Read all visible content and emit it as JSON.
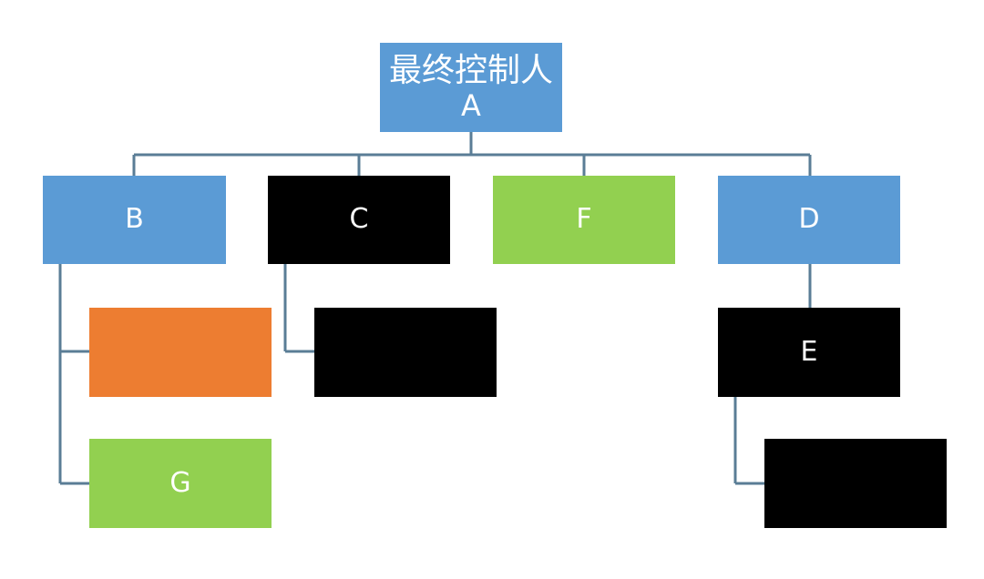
{
  "colors": {
    "blue": "#5b9bd5",
    "black": "#000000",
    "green": "#92d050",
    "orange": "#ed7d31",
    "line": "#5a7d96",
    "text": "#ffffff"
  },
  "nodes": {
    "root": {
      "title": "最终控制人",
      "label": "A",
      "color": "blue"
    },
    "b": {
      "label": "B",
      "color": "blue"
    },
    "c": {
      "label": "C",
      "color": "black"
    },
    "f": {
      "label": "F",
      "color": "green"
    },
    "d": {
      "label": "D",
      "color": "blue"
    },
    "b_child_1": {
      "label": "",
      "color": "orange"
    },
    "g": {
      "label": "G",
      "color": "green"
    },
    "c_child_1": {
      "label": "",
      "color": "black"
    },
    "e": {
      "label": "E",
      "color": "black"
    },
    "e_child_1": {
      "label": "",
      "color": "black"
    }
  }
}
